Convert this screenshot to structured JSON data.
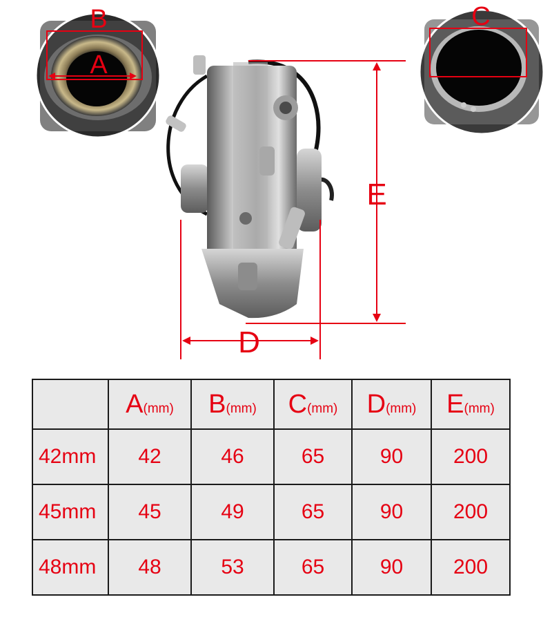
{
  "diagram": {
    "labels": {
      "a": "A",
      "b": "B",
      "c": "C",
      "d": "D",
      "e": "E"
    }
  },
  "table": {
    "header": [
      {
        "letter": "A",
        "unit": "(mm)"
      },
      {
        "letter": "B",
        "unit": "(mm)"
      },
      {
        "letter": "C",
        "unit": "(mm)"
      },
      {
        "letter": "D",
        "unit": "(mm)"
      },
      {
        "letter": "E",
        "unit": "(mm)"
      }
    ],
    "rows": [
      {
        "label": "42mm",
        "values": [
          "42",
          "46",
          "65",
          "90",
          "200"
        ]
      },
      {
        "label": "45mm",
        "values": [
          "45",
          "49",
          "65",
          "90",
          "200"
        ]
      },
      {
        "label": "48mm",
        "values": [
          "48",
          "53",
          "65",
          "90",
          "200"
        ]
      }
    ]
  },
  "colors": {
    "accent": "#e60012",
    "cell_bg": "#e9e9e9",
    "border": "#1a1a1a"
  }
}
